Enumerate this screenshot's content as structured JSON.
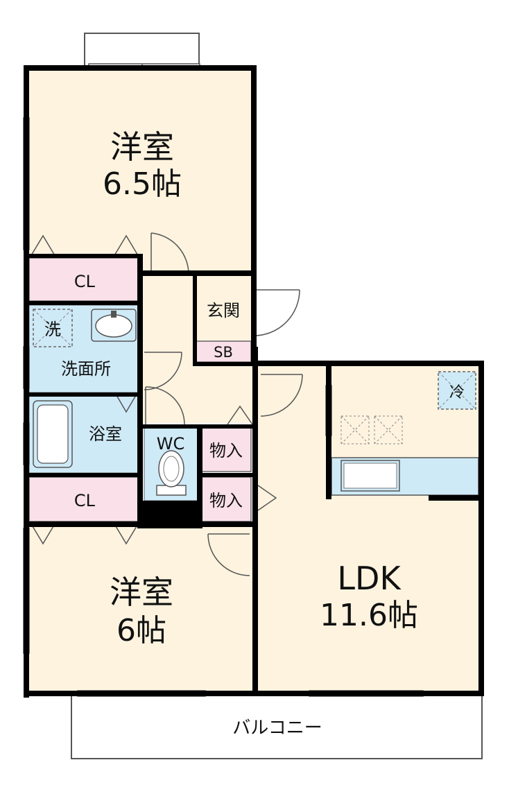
{
  "rooms": {
    "western_room_1": {
      "name": "洋室",
      "size": "6.5帖"
    },
    "western_room_2": {
      "name": "洋室",
      "size": "6帖"
    },
    "ldk": {
      "name": "LDK",
      "size": "11.6帖"
    },
    "closet_1": "CL",
    "closet_2": "CL",
    "entrance": "玄関",
    "shoe_box": "SB",
    "washroom": "洗面所",
    "washer": "洗",
    "bathroom": "浴室",
    "toilet": "WC",
    "storage_1": "物入",
    "storage_2": "物入",
    "fridge": "冷",
    "balcony": "バルコニー"
  },
  "colors": {
    "floor": "#fdf3df",
    "closet": "#f9e0e9",
    "wet_area": "#cfeaf7",
    "wall": "#000000",
    "line": "#555555"
  }
}
